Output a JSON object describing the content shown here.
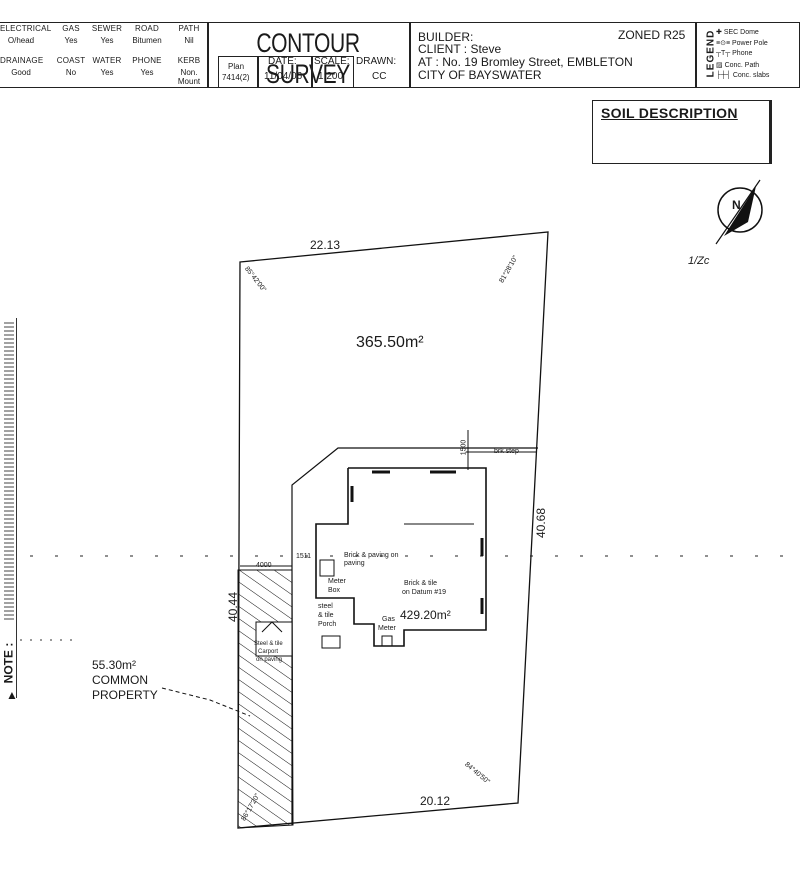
{
  "header": {
    "services": [
      {
        "name": "ELECTRICAL",
        "value": "O/head"
      },
      {
        "name": "GAS",
        "value": "Yes"
      },
      {
        "name": "SEWER",
        "value": "Yes"
      },
      {
        "name": "ROAD",
        "value": "Bitumen"
      },
      {
        "name": "PATH",
        "value": "Nil"
      }
    ],
    "services2": [
      {
        "name": "DRAINAGE",
        "value": "Good"
      },
      {
        "name": "COAST",
        "value": "No"
      },
      {
        "name": "WATER",
        "value": "Yes"
      },
      {
        "name": "PHONE",
        "value": "Yes"
      },
      {
        "name": "KERB",
        "value": "Non. Mount"
      }
    ],
    "title": "CONTOUR SURVEY",
    "plan_label": "Plan",
    "plan_value": "7414(2)",
    "date_label": "DATE:",
    "date_value": "11/04/06",
    "scale_label": "SCALE:",
    "scale_value": "1:200",
    "drawn_label": "DRAWN:",
    "drawn_value": "CC",
    "builder_label": "BUILDER:",
    "zoned": "ZONED R25",
    "client": "CLIENT : Steve",
    "address": "AT : No. 19 Bromley Street, EMBLETON",
    "city": "CITY OF BAYSWATER",
    "legend_title": "LEGEND",
    "legend_items": [
      "SEC Dome",
      "Power Pole",
      "Phone",
      "Conc. Path",
      "Conc. slabs"
    ]
  },
  "soil": {
    "title": "SOIL DESCRIPTION"
  },
  "plan": {
    "top_length": "22.13",
    "bottom_length": "20.12",
    "right_length": "40.68",
    "left_length": "40.44",
    "area_main": "365.50m²",
    "area_house": "429.20m²",
    "common_area": "55.30m²",
    "common_label1": "COMMON",
    "common_label2": "PROPERTY",
    "bearing_top_left": "85°42'00\"",
    "bearing_top_right": "81°28'10\"",
    "bearing_bottom_right": "84°40'50\"",
    "bearing_bottom_left": "86°17'20\"",
    "setback_1": "4000",
    "setback_2": "1500",
    "setback_3": "1511",
    "brk_step": "brk step",
    "brick_paving": "Brick & paving on paving",
    "brick_tile": "Brick & tile",
    "brick_tile2": "on Datum #19",
    "meter_box1": "Meter",
    "meter_box2": "Box",
    "gas_meter1": "Gas",
    "gas_meter2": "Meter",
    "porch1": "steel",
    "porch2": "& tile",
    "porch3": "Porch",
    "shed1": "Steel & tile",
    "shed2": "Carport",
    "shed3": "on paving",
    "north_label": "N",
    "north_note": "1/Zc"
  },
  "note": {
    "label": "NOTE :"
  }
}
